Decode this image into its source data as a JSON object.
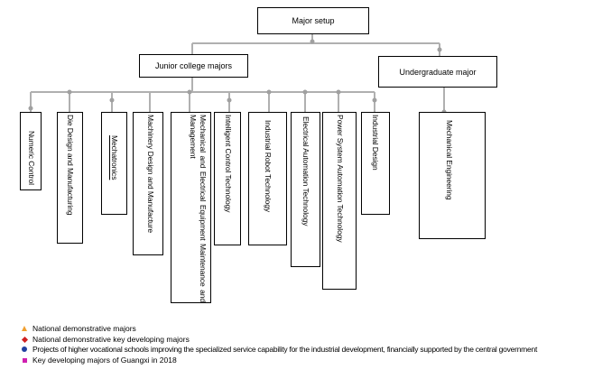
{
  "root": {
    "label": "Major setup"
  },
  "junior": {
    "label": "Junior college majors"
  },
  "undergraduate": {
    "label": "Undergraduate major"
  },
  "junior_majors": [
    {
      "label": "Numeric Control"
    },
    {
      "label": "Die Design and Manufacturing"
    },
    {
      "label": "Mechatronics"
    },
    {
      "label": "Machinery Design and Manufacture"
    },
    {
      "label": "Mechanical and Electrical Equipment Maintenance and Management"
    },
    {
      "label": "Intelligent Control Technology"
    },
    {
      "label": "Industrial Robot Technology"
    },
    {
      "label": "Electrical Automation Technology"
    },
    {
      "label": "Power System Automation Technology"
    },
    {
      "label": "Industrial Design"
    }
  ],
  "undergraduate_majors": [
    {
      "label": "Mechanical Engineering"
    }
  ],
  "legend": [
    {
      "marker": "triangle",
      "color": "#f0a030",
      "label": "National demonstrative majors"
    },
    {
      "marker": "diamond",
      "color": "#d02020",
      "label": "National demonstrative key developing majors"
    },
    {
      "marker": "dot",
      "color": "#2040a0",
      "label": "Projects of higher vocational schools improving the specialized service capability for the industrial development, financially supported by the central government"
    },
    {
      "marker": "square",
      "color": "#d020b0",
      "label": "Key developing majors of Guangxi in 2018"
    }
  ]
}
